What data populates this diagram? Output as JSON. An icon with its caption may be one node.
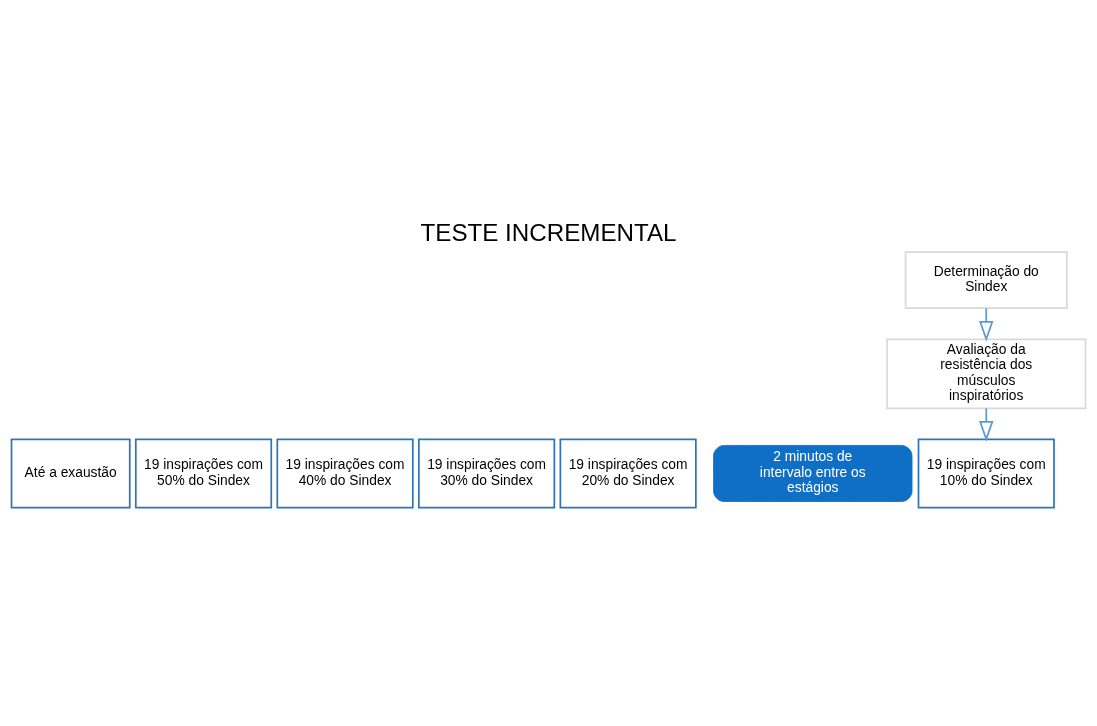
{
  "diagram": {
    "title": "TESTE INCREMENTAL",
    "nodes": [
      {
        "text": [
          "Determinação do Sindex"
        ]
      },
      {
        "text": [
          "Avaliação da resistência dos músculos inspiratórios"
        ]
      },
      {
        "text": [
          "19 inspirações com 10% do Sindex"
        ]
      },
      {
        "text": [
          "19 inspirações com 20% do Sindex"
        ]
      },
      {
        "text": [
          "19 inspirações com 30% do Sindex"
        ]
      },
      {
        "text": [
          "19 inspirações com 40% do Sindex"
        ]
      },
      {
        "text": [
          "19 inspirações com 50% do Sindex"
        ]
      },
      {
        "text": [
          "Até a exaustão"
        ]
      },
      {
        "text": [
          "2 minutos de intervalo entre os estágios"
        ]
      }
    ],
    "edges": [
      {
        "from": 0,
        "to": 1,
        "arrow": "to",
        "color": "#5b9bd5"
      },
      {
        "from": 1,
        "to": 2,
        "arrow": "to",
        "color": "#5b9bd5"
      }
    ]
  }
}
